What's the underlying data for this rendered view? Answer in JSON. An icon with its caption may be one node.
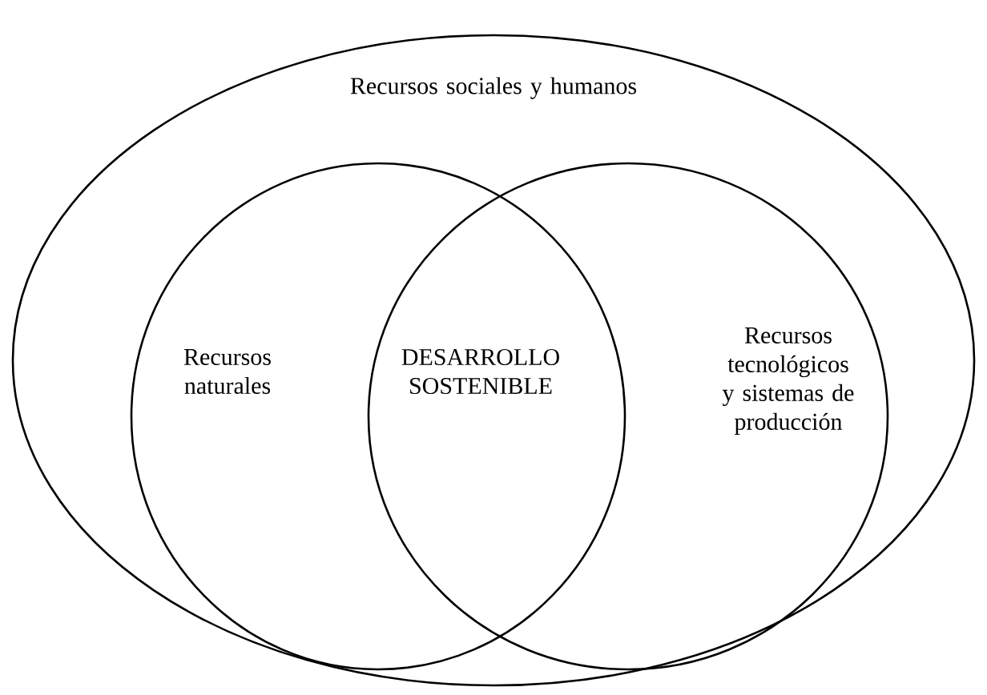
{
  "diagram": {
    "nodes": [
      {
        "text": [
          "Recursos sociales y humanos"
        ]
      },
      {
        "text": [
          "Recursos naturales"
        ],
        "in": 0
      },
      {
        "text": [
          "Recursos tecnológicos y sistemas de producción"
        ],
        "in": 0
      }
    ],
    "labels": [
      "DESARROLLO SOSTENIBLE"
    ]
  }
}
